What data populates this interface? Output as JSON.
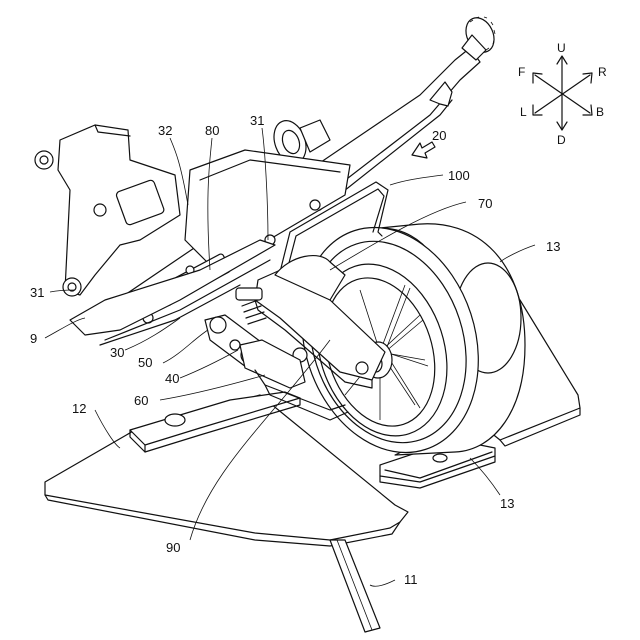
{
  "figure": {
    "reference_numerals": {
      "r11": "11",
      "r12": "12",
      "r13a": "13",
      "r13b": "13",
      "r9": "9",
      "r20": "20",
      "r30": "30",
      "r31a": "31",
      "r31b": "31",
      "r32": "32",
      "r40": "40",
      "r50": "50",
      "r60": "60",
      "r70": "70",
      "r80": "80",
      "r90": "90",
      "r100": "100"
    },
    "direction_indicator": {
      "up": "U",
      "down": "D",
      "front": "F",
      "rear": "R",
      "left": "L",
      "back": "B"
    }
  }
}
